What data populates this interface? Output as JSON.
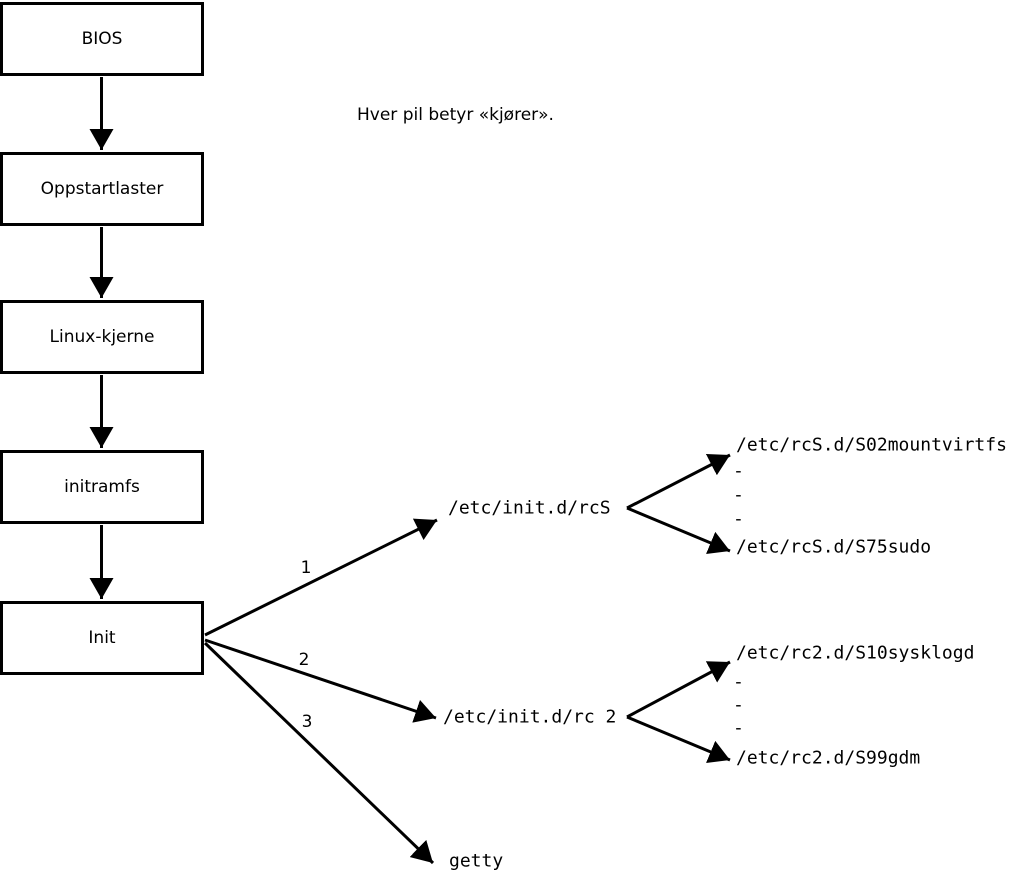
{
  "diagram": {
    "note": "Hver pil betyr «kjører».",
    "colors": {
      "stroke": "#000000",
      "background": "#ffffff"
    },
    "boot_chain": [
      {
        "label": "BIOS"
      },
      {
        "label": "Oppstartlaster"
      },
      {
        "label": "Linux-kjerne"
      },
      {
        "label": "initramfs"
      },
      {
        "label": "Init"
      }
    ],
    "init_arrows": [
      {
        "number": "1",
        "target": "/etc/init.d/rcS"
      },
      {
        "number": "2",
        "target": "/etc/init.d/rc 2"
      },
      {
        "number": "3",
        "target": "getty"
      }
    ],
    "rcS_scripts": {
      "first": "/etc/rcS.d/S02mountvirtfs",
      "ellipsis": [
        "-",
        "-",
        "-"
      ],
      "last": "/etc/rcS.d/S75sudo"
    },
    "rc2_scripts": {
      "first": "/etc/rc2.d/S10sysklogd",
      "ellipsis": [
        "-",
        "-",
        "-"
      ],
      "last": "/etc/rc2.d/S99gdm"
    }
  }
}
